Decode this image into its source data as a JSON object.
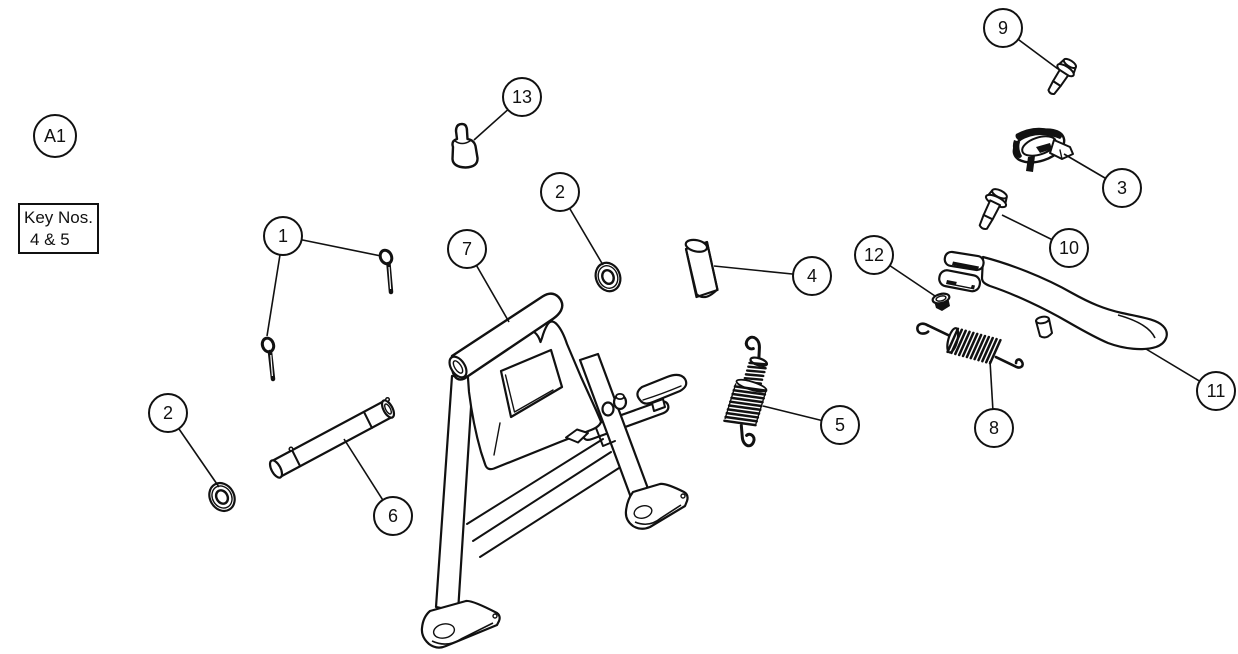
{
  "page": {
    "background_color": "#ffffff",
    "line_color": "#111111",
    "diagram_type": "exploded-parts-diagram"
  },
  "reference_balloon": {
    "label": "A1"
  },
  "key_note_box": {
    "line1": "Key Nos.",
    "line2": "4 & 5"
  },
  "balloons": [
    {
      "label": "1"
    },
    {
      "label": "2"
    },
    {
      "label": "2"
    },
    {
      "label": "3"
    },
    {
      "label": "4"
    },
    {
      "label": "5"
    },
    {
      "label": "6"
    },
    {
      "label": "7"
    },
    {
      "label": "8"
    },
    {
      "label": "9"
    },
    {
      "label": "10"
    },
    {
      "label": "11"
    },
    {
      "label": "12"
    },
    {
      "label": "13"
    }
  ]
}
